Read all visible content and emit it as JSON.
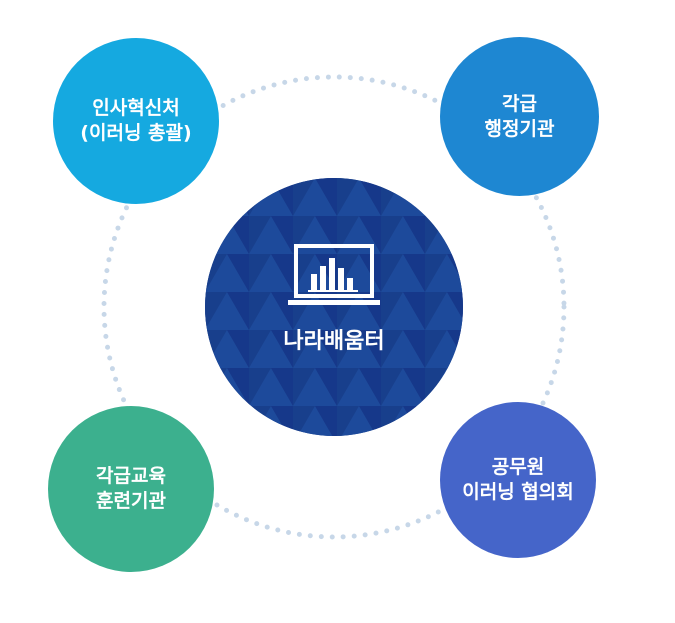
{
  "center": {
    "label": "나라배움터",
    "icon": "monitor-bar-chart-icon"
  },
  "nodes": {
    "top_left": {
      "line1": "인사혁신처",
      "line2": "(이러닝 총괄)"
    },
    "top_right": {
      "line1": "각급",
      "line2": "행정기관"
    },
    "bottom_left": {
      "line1": "각급교육",
      "line2": "훈련기관"
    },
    "bottom_right": {
      "line1": "공무원",
      "line2": "이러닝 협의회"
    }
  },
  "colors": {
    "top_left": "#15a9e0",
    "top_right": "#1e87d2",
    "bottom_left": "#3cb08e",
    "bottom_right": "#4565c9",
    "center": "#183f8c",
    "ring_dots": "#c7d7e8"
  }
}
